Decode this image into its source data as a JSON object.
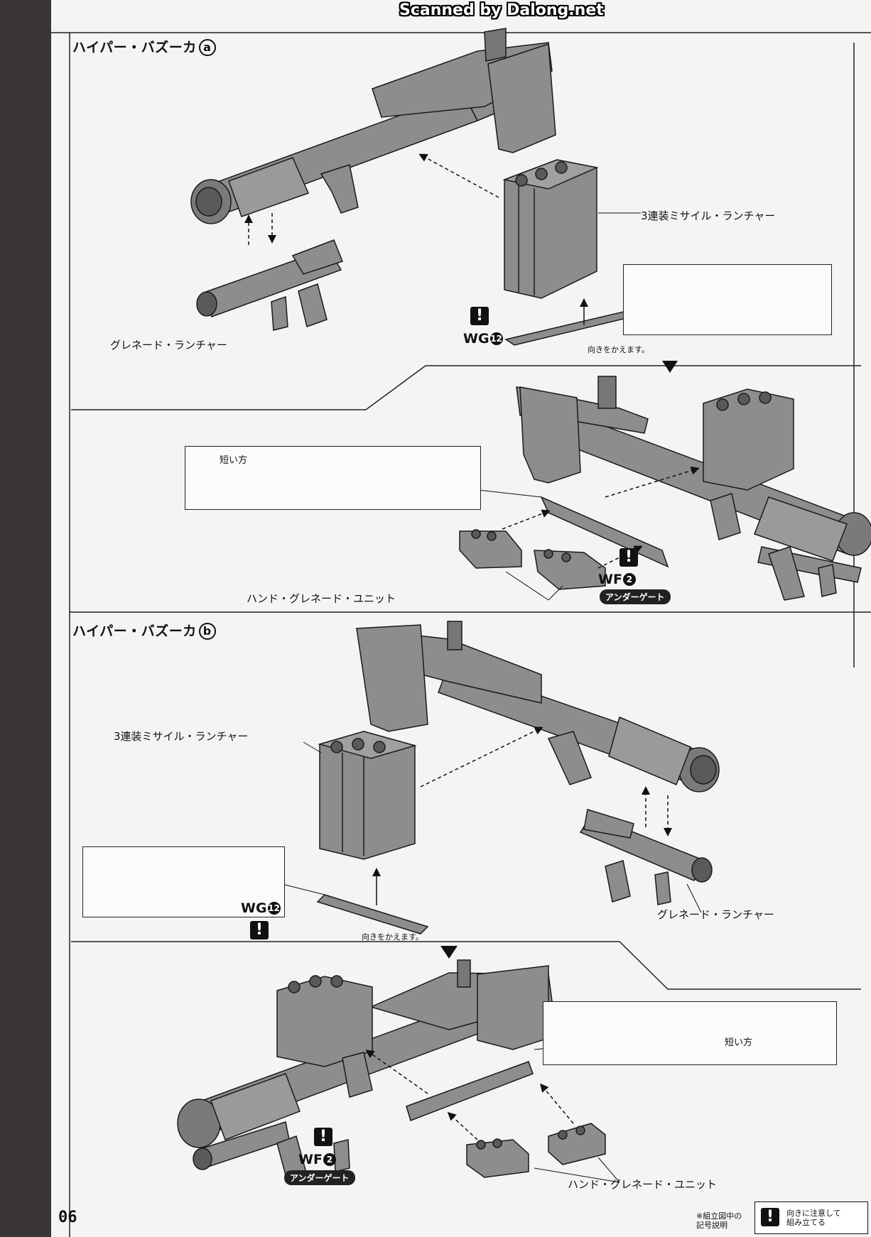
{
  "watermark": "Scanned by Dalong.net",
  "section_a": {
    "title": "ハイパー・バズーカ",
    "variant": "a",
    "labels": {
      "missile_launcher": "3連装ミサイル・ランチャー",
      "grenade_launcher": "グレネード・ランチャー",
      "hand_grenade": "ハンド・グレネード・ユニット",
      "turn_note": "向きをかえます。",
      "short_side": "短い方"
    },
    "parts": {
      "wg": {
        "code": "WG",
        "num": "12"
      },
      "wf": {
        "code": "WF",
        "num": "2",
        "gate": "アンダーゲート"
      }
    }
  },
  "section_b": {
    "title": "ハイパー・バズーカ",
    "variant": "b",
    "labels": {
      "missile_launcher": "3連装ミサイル・ランチャー",
      "grenade_launcher": "グレネード・ランチャー",
      "hand_grenade": "ハンド・グレネード・ユニット",
      "turn_note": "向きをかえます。",
      "short_side": "短い方"
    },
    "parts": {
      "wg": {
        "code": "WG",
        "num": "12"
      },
      "wf": {
        "code": "WF",
        "num": "2",
        "gate": "アンダーゲート"
      }
    }
  },
  "footer": {
    "page_number": "06",
    "legend_caption_1": "※組立図中の",
    "legend_caption_2": "記号説明",
    "warn_symbol": "!",
    "legend_text_1": "向きに注意して",
    "legend_text_2": "組み立てる"
  },
  "colors": {
    "part_fill": "#8d8d8d",
    "part_dark": "#5a5a5a",
    "outline": "#1a1a1a",
    "background": "#3a3536",
    "paper": "#f4f4f2"
  }
}
